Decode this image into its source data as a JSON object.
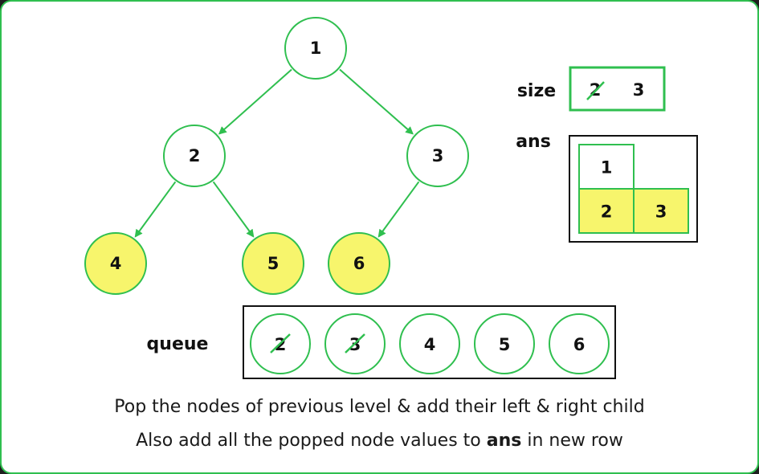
{
  "colors": {
    "border_green": "#2fbf4f",
    "highlight_yellow": "#f7f56c",
    "box_black": "#111111"
  },
  "tree": {
    "nodes": [
      {
        "id": "1",
        "label": "1",
        "highlighted": false
      },
      {
        "id": "2",
        "label": "2",
        "highlighted": false
      },
      {
        "id": "3",
        "label": "3",
        "highlighted": false
      },
      {
        "id": "4",
        "label": "4",
        "highlighted": true
      },
      {
        "id": "5",
        "label": "5",
        "highlighted": true
      },
      {
        "id": "6",
        "label": "6",
        "highlighted": true
      }
    ],
    "edges": [
      [
        "1",
        "2"
      ],
      [
        "1",
        "3"
      ],
      [
        "2",
        "4"
      ],
      [
        "2",
        "5"
      ],
      [
        "3",
        "6"
      ]
    ]
  },
  "size": {
    "label": "size",
    "old_value": "2",
    "new_value": "3"
  },
  "ans": {
    "label": "ans",
    "rows": [
      {
        "cells": [
          "1"
        ],
        "highlighted": false
      },
      {
        "cells": [
          "2",
          "3"
        ],
        "highlighted": true
      }
    ]
  },
  "queue": {
    "label": "queue",
    "items": [
      {
        "value": "2",
        "popped": true
      },
      {
        "value": "3",
        "popped": true
      },
      {
        "value": "4",
        "popped": false
      },
      {
        "value": "5",
        "popped": false
      },
      {
        "value": "6",
        "popped": false
      }
    ]
  },
  "caption": {
    "line1": "Pop the nodes of previous level & add their left & right child",
    "line2_prefix": "Also add all the popped node values to ",
    "line2_bold": "ans",
    "line2_suffix": " in new row"
  }
}
